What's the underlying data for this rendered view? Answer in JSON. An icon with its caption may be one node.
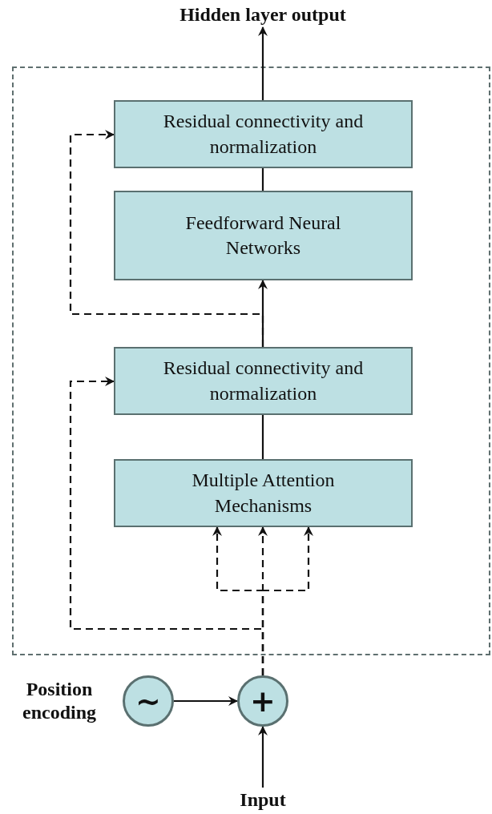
{
  "diagram": {
    "nodes": [
      {
        "text": [],
        "shape": "box"
      },
      {
        "text": [
          "Residual connectivity and normalization"
        ],
        "in": 0
      },
      {
        "text": [
          "Feedforward Neural Networks"
        ],
        "in": 0
      },
      {
        "text": [
          "Residual connectivity and normalization"
        ],
        "in": 0
      },
      {
        "text": [
          "Multiple Attention Mechanisms"
        ],
        "in": 0
      },
      {
        "text": [
          "~"
        ],
        "beside": [
          "Position encoding"
        ]
      },
      {
        "text": [
          "+"
        ]
      },
      {
        "text": [
          "Input"
        ]
      },
      {
        "text": [
          "Hidden layer output"
        ]
      }
    ],
    "edges": [
      {
        "from": 7,
        "to": 6,
        "arrow": "to"
      },
      {
        "from": 5,
        "to": 6,
        "arrow": "to"
      },
      {
        "from": 6,
        "to": 4,
        "arrow": "to",
        "style": "dashed"
      },
      {
        "from": 6,
        "to": 4,
        "arrow": "to",
        "style": "dashed"
      },
      {
        "from": 6,
        "to": 4,
        "arrow": "to",
        "style": "dashed"
      },
      {
        "from": 6,
        "to": 3,
        "arrow": "to",
        "style": "dashed"
      },
      {
        "from": 4,
        "to": 3,
        "arrow": "none"
      },
      {
        "from": 3,
        "to": 2,
        "arrow": "to"
      },
      {
        "from": 3,
        "to": 1,
        "arrow": "to",
        "style": "dashed"
      },
      {
        "from": 2,
        "to": 1,
        "arrow": "none"
      },
      {
        "from": 1,
        "to": 8,
        "arrow": "to"
      }
    ]
  }
}
